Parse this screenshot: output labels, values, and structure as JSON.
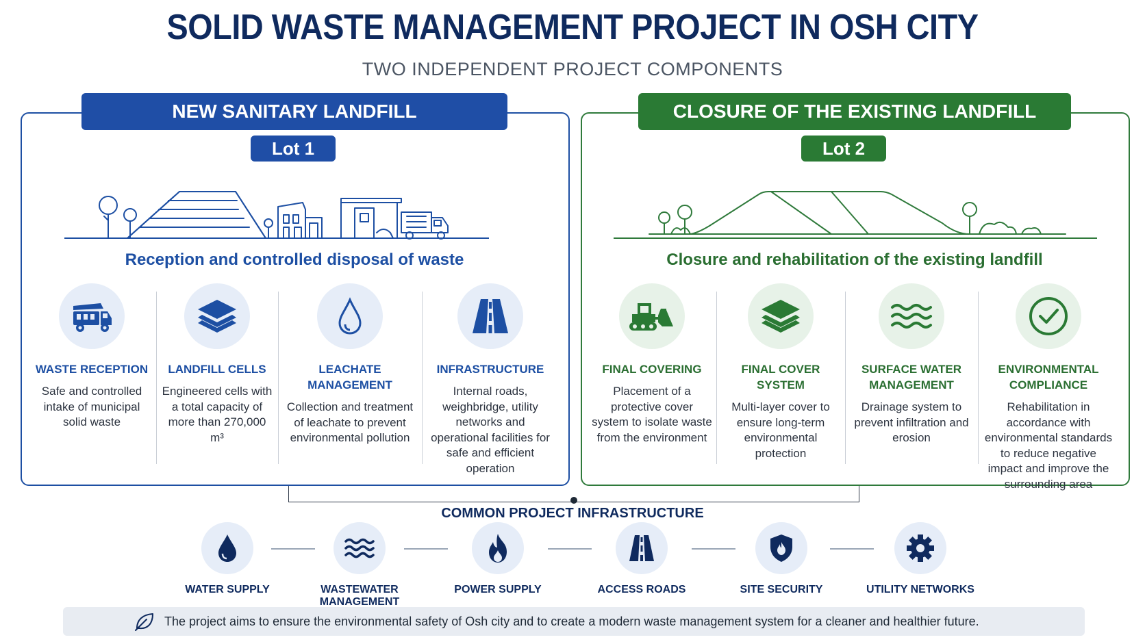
{
  "title": "SOLID WASTE MANAGEMENT PROJECT IN OSH CITY",
  "subtitle": "TWO INDEPENDENT PROJECT COMPONENTS",
  "colors": {
    "blue": "#1f4ea6",
    "green": "#2a7a34",
    "navy": "#0f2a5e"
  },
  "lot1": {
    "heading": "NEW SANITARY LANDFILL",
    "badge": "Lot 1",
    "tagline": "Reception and controlled disposal of waste",
    "items": [
      {
        "icon": "dump-truck-icon",
        "title": "WASTE RECEPTION",
        "desc": "Safe and controlled intake of municipal solid waste"
      },
      {
        "icon": "layers-icon",
        "title": "LANDFILL CELLS",
        "desc": "Engineered cells with a total capacity of more than 270,000 m³"
      },
      {
        "icon": "water-drop-icon",
        "title": "LEACHATE MANAGEMENT",
        "desc": "Collection and treatment of leachate to prevent environmental pollution"
      },
      {
        "icon": "road-icon",
        "title": "INFRASTRUCTURE",
        "desc": "Internal roads, weighbridge, utility networks and operational facilities for safe and efficient operation"
      }
    ]
  },
  "lot2": {
    "heading": "CLOSURE OF THE EXISTING LANDFILL",
    "badge": "Lot 2",
    "tagline": "Closure and rehabilitation of the existing landfill",
    "items": [
      {
        "icon": "bulldozer-icon",
        "title": "FINAL COVERING",
        "desc": "Placement of a protective cover system to isolate waste from the environment"
      },
      {
        "icon": "layers-icon",
        "title": "FINAL COVER SYSTEM",
        "desc": "Multi-layer cover to ensure long-term environmental protection"
      },
      {
        "icon": "waves-icon",
        "title": "SURFACE WATER MANAGEMENT",
        "desc": "Drainage system to prevent infiltration and erosion"
      },
      {
        "icon": "check-circle-icon",
        "title": "ENVIRONMENTAL COMPLIANCE",
        "desc": "Rehabilitation in accordance with environmental standards to reduce negative impact and improve the surrounding area"
      }
    ]
  },
  "common": {
    "title": "COMMON PROJECT INFRASTRUCTURE",
    "items": [
      {
        "icon": "water-drop-icon",
        "label": "WATER SUPPLY"
      },
      {
        "icon": "waves-icon",
        "label": "WASTEWATER MANAGEMENT"
      },
      {
        "icon": "flame-icon",
        "label": "POWER SUPPLY"
      },
      {
        "icon": "road-icon",
        "label": "ACCESS ROADS"
      },
      {
        "icon": "shield-icon",
        "label": "SITE SECURITY"
      },
      {
        "icon": "gear-icon",
        "label": "UTILITY NETWORKS"
      }
    ]
  },
  "footer": {
    "icon": "leaf-icon",
    "text": "The project aims to ensure the environmental safety of Osh city and to create a modern waste management system for a cleaner and healthier future."
  }
}
